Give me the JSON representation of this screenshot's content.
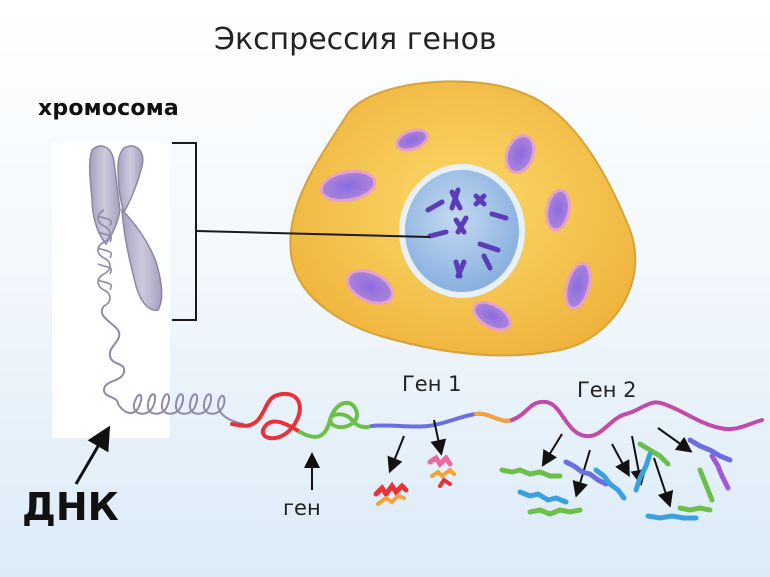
{
  "title": "Экспрессия генов",
  "labels": {
    "chromosome": "хромосома",
    "gene1": "Ген 1",
    "gene2": "Ген 2",
    "gene": "ген",
    "dna": "ДНК"
  },
  "colors": {
    "cell_fill": "#f4c24c",
    "cell_stroke": "#d7a53c",
    "nucleus": "#a9c8ea",
    "mitochondria": "#7a5ad0",
    "chromosome": "#b7b0cb",
    "dna_coil": "#8e89a8",
    "gene_red": "#e8313a",
    "gene_green": "#6cc04a",
    "gene1_segment": "#6a6ee0",
    "gene2_segment": "#c24aa8"
  }
}
